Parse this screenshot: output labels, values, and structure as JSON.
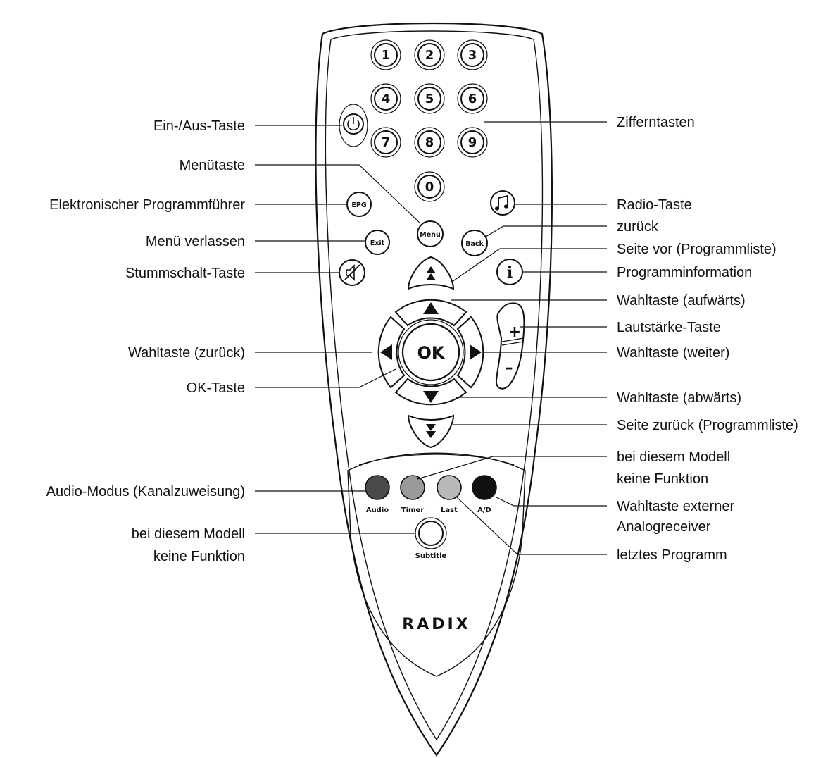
{
  "brand": "RADIX",
  "digits": [
    "1",
    "2",
    "3",
    "4",
    "5",
    "6",
    "7",
    "8",
    "9",
    "0"
  ],
  "buttons": {
    "epg": "EPG",
    "menu": "Menu",
    "exit": "Exit",
    "back": "Back",
    "ok": "OK",
    "plus": "+",
    "minus": "–",
    "info": "i",
    "audio": "Audio",
    "timer": "Timer",
    "last": "Last",
    "ad": "A/D",
    "subtitle": "Subtitle"
  },
  "colors": {
    "audio": "#4a4a4a",
    "timer": "#9a9a9a",
    "last": "#b8b8b8",
    "ad": "#111111"
  },
  "labels_left": {
    "power": "Ein-/Aus-Taste",
    "menu": "Menütaste",
    "epg": "Elektronischer Programmführer",
    "exit": "Menü verlassen",
    "mute": "Stummschalt-Taste",
    "left": "Wahltaste (zurück)",
    "ok": "OK-Taste",
    "audio": "Audio-Modus (Kanalzuweisung)",
    "subtitle_1": "bei diesem Modell",
    "subtitle_2": "keine Funktion"
  },
  "labels_right": {
    "digits": "Zifferntasten",
    "radio": "Radio-Taste",
    "back": "zurück",
    "page_up": "Seite vor (Programmliste)",
    "info": "Programminformation",
    "up": "Wahltaste (aufwärts)",
    "volume": "Lautstärke-Taste",
    "right": "Wahltaste (weiter)",
    "down": "Wahltaste (abwärts)",
    "page_down": "Seite zurück (Programmliste)",
    "timer_1": "bei diesem Modell",
    "timer_2": "keine Funktion",
    "ad_1": "Wahltaste externer",
    "ad_2": "Analogreceiver",
    "last": "letztes Programm"
  },
  "icons": {
    "power": "power-icon",
    "radio": "music-note-icon",
    "mute": "speaker-muted-icon",
    "page_up": "double-arrow-up-icon",
    "page_down": "double-arrow-down-icon",
    "up": "arrow-up-icon",
    "down": "arrow-down-icon",
    "left": "arrow-left-icon",
    "right": "arrow-right-icon"
  }
}
